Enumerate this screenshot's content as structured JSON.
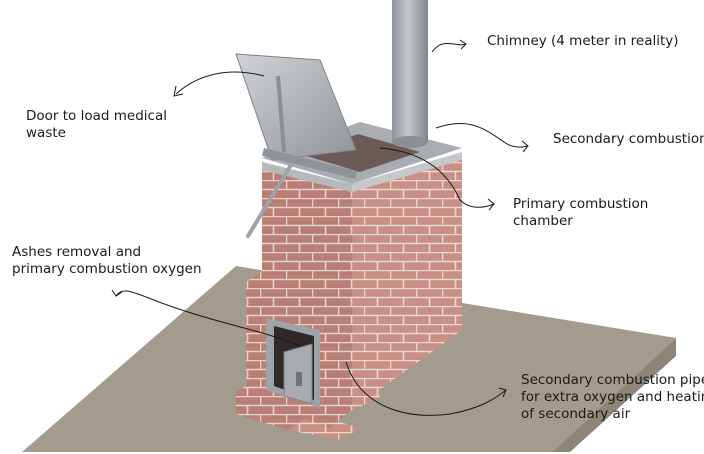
{
  "labels": {
    "chimney": {
      "lines": [
        "Chimney (4 meter in reality)"
      ]
    },
    "door": {
      "lines": [
        "Door to load medical",
        "waste"
      ]
    },
    "secondary": {
      "lines": [
        "Secondary combustion"
      ]
    },
    "primary": {
      "lines": [
        "Primary combustion",
        "chamber"
      ]
    },
    "ashes": {
      "lines": [
        "Ashes removal and",
        "primary combustion oxygen"
      ]
    },
    "pipes": {
      "lines": [
        "Secondary combustion pipes",
        "for extra oxygen and heating",
        "of secondary air"
      ]
    }
  },
  "colors": {
    "ground_top": "#a39b8d",
    "ground_side": "#8d8577",
    "brick_front": "#b97f75",
    "brick_side": "#c48a80",
    "mortar": "#e2ccc4",
    "metal": "#9ea3a7",
    "leader": "#1a1a1a"
  }
}
